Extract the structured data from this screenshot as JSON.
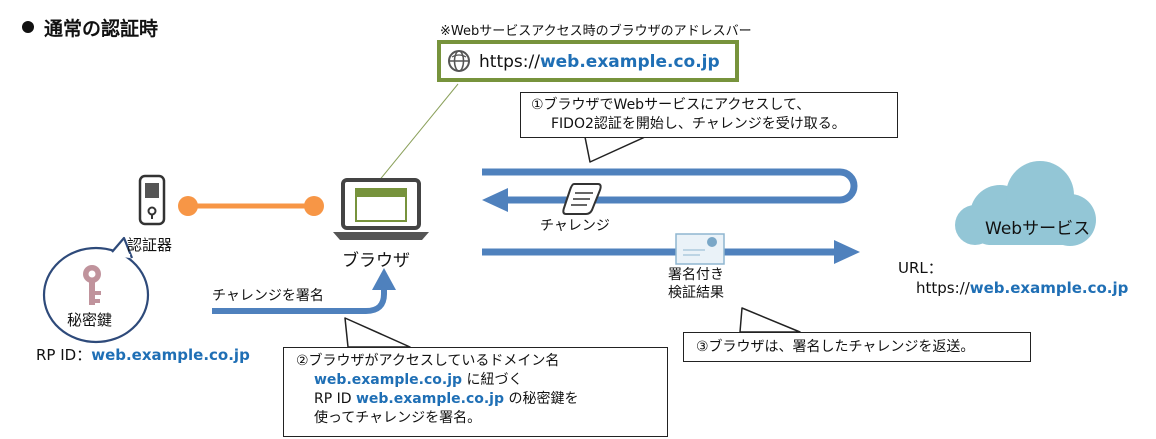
{
  "title": "通常の認証時",
  "address_bar": {
    "note": "※Webサービスアクセス時のブラウザのアドレスバー",
    "prefix": "https://",
    "domain": "web.example.co.jp"
  },
  "callouts": {
    "step1": {
      "line1": "①ブラウザでWebサービスにアクセスして、",
      "line2": "FIDO2認証を開始し、チャレンジを受け取る。"
    },
    "step2": {
      "line1": "②ブラウザがアクセスしているドメイン名",
      "line2_domain": "web.example.co.jp",
      "line2_text": " に紐づく",
      "line3_prefix": "RP ID ",
      "line3_domain": "web.example.co.jp",
      "line3_text": " の秘密鍵を",
      "line4": "使ってチャレンジを署名。"
    },
    "step3": "③ブラウザは、署名したチャレンジを返送。"
  },
  "labels": {
    "authenticator": "認証器",
    "browser": "ブラウザ",
    "private_key": "秘密鍵",
    "rp_id_prefix": "RP ID：",
    "rp_id_domain": "web.example.co.jp",
    "sign_challenge": "チャレンジを署名",
    "challenge": "チャレンジ",
    "signed_result_line1": "署名付き",
    "signed_result_line2": "検証結果",
    "web_service": "Webサービス",
    "url_label": "URL：",
    "url_prefix": "https://",
    "url_domain": "web.example.co.jp"
  },
  "colors": {
    "arrow_blue": "#4f81bd",
    "connector_orange": "#f79646",
    "address_border": "#77933c",
    "highlight_text": "#1f6fb5",
    "cloud": "#93c6d6",
    "key": "#c0939c"
  }
}
